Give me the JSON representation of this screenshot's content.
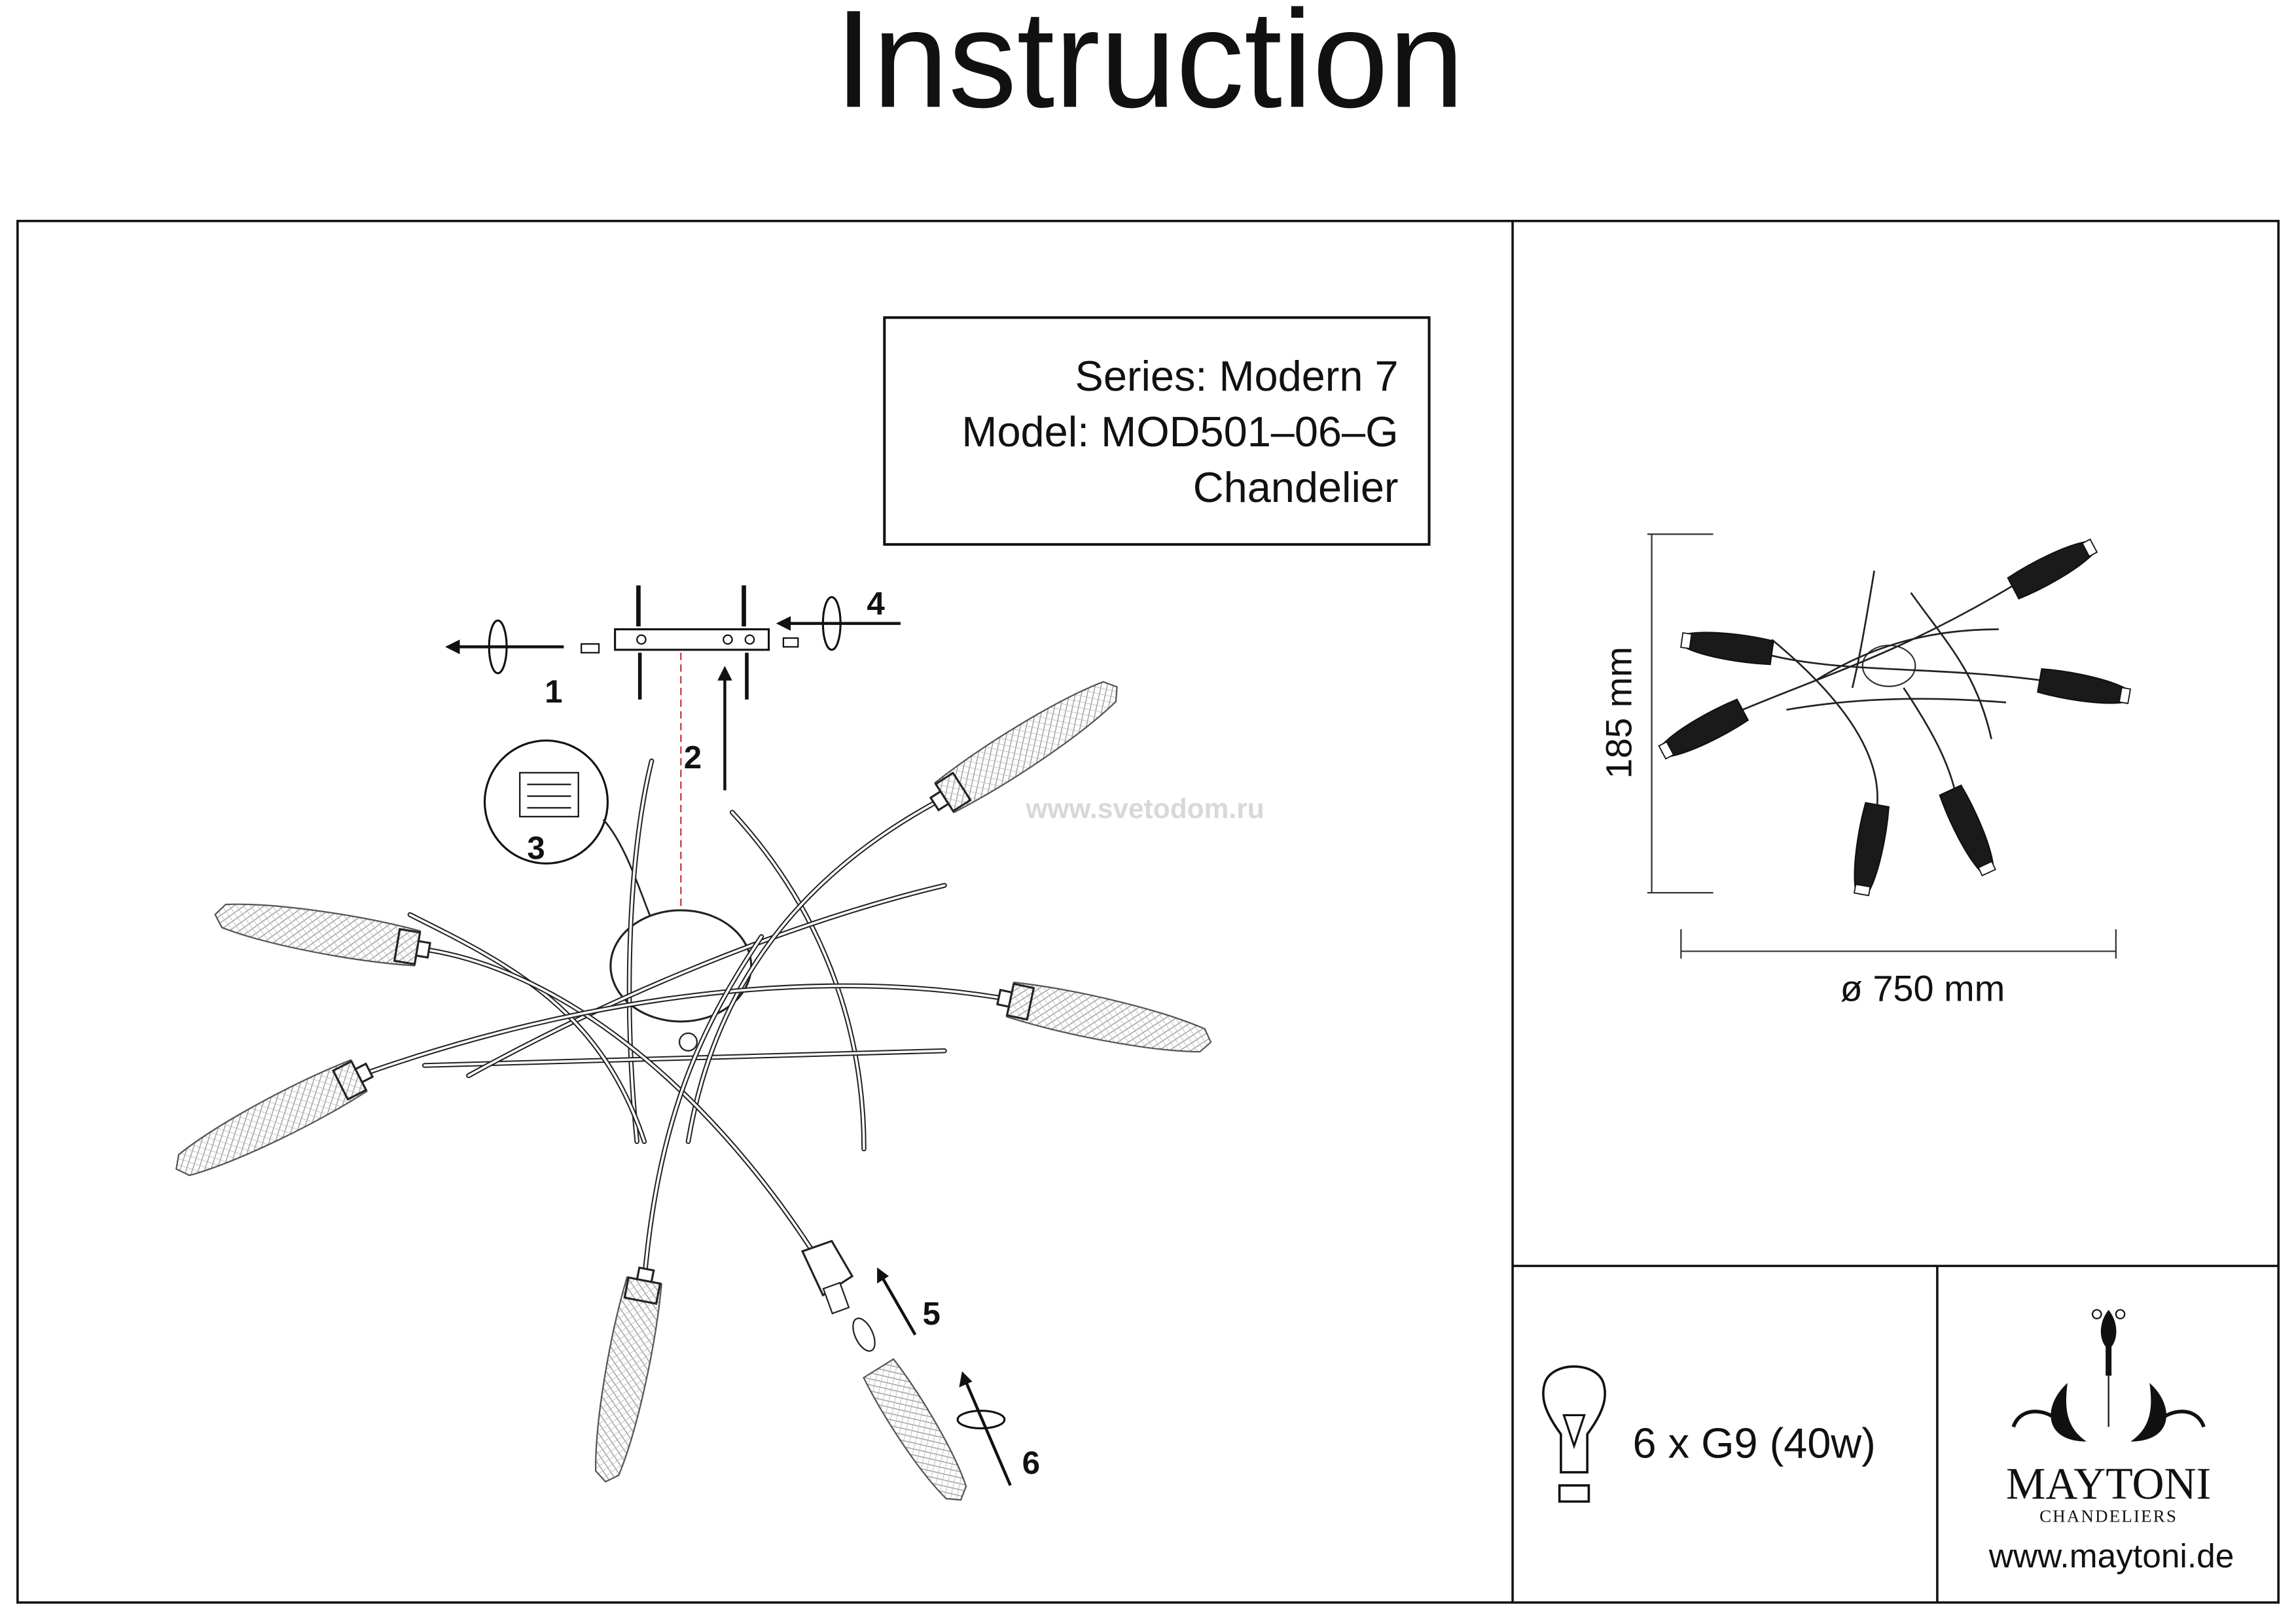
{
  "header": {
    "title": "Instruction"
  },
  "info_box": {
    "series": "Series: Modern 7",
    "model": "Model: MOD501–06–G",
    "type": "Chandelier"
  },
  "watermark": "www.svetodom.ru",
  "steps": [
    "1",
    "2",
    "3",
    "4",
    "5",
    "6"
  ],
  "dimensions": {
    "height": "185 mm",
    "diameter": "ø 750 mm"
  },
  "bulb": {
    "icon": "light-bulb-icon",
    "spec": "6 x G9 (40w)"
  },
  "brand": {
    "name": "MAYTONI",
    "tagline": "CHANDELIERS",
    "website": "www.maytoni.de"
  }
}
